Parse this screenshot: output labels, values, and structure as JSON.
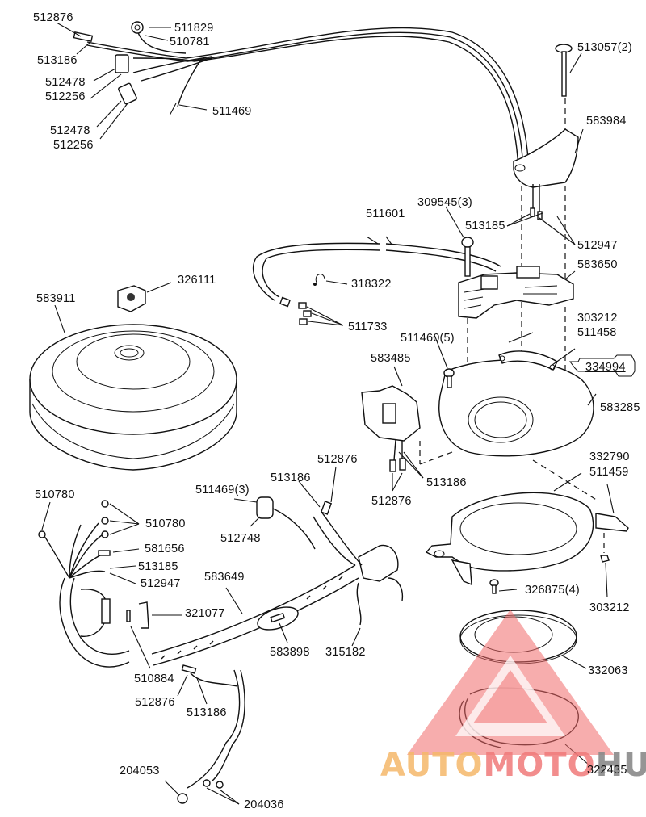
{
  "diagram": {
    "type": "exploded-parts-diagram",
    "subject": "outboard ignition / stator / flywheel assembly",
    "callouts": [
      {
        "id": "c1",
        "label": "512876"
      },
      {
        "id": "c2",
        "label": "511829"
      },
      {
        "id": "c3",
        "label": "510781"
      },
      {
        "id": "c4",
        "label": "513186"
      },
      {
        "id": "c5",
        "label": "512478"
      },
      {
        "id": "c6",
        "label": "512256"
      },
      {
        "id": "c7",
        "label": "512478"
      },
      {
        "id": "c8",
        "label": "512256"
      },
      {
        "id": "c9",
        "label": "511469"
      },
      {
        "id": "c10",
        "label": "513057(2)"
      },
      {
        "id": "c11",
        "label": "583984"
      },
      {
        "id": "c12",
        "label": "309545(3)"
      },
      {
        "id": "c13",
        "label": "511601"
      },
      {
        "id": "c14",
        "label": "513185"
      },
      {
        "id": "c15",
        "label": "512947"
      },
      {
        "id": "c16",
        "label": "583650"
      },
      {
        "id": "c17",
        "label": "326111"
      },
      {
        "id": "c18",
        "label": "318322"
      },
      {
        "id": "c19",
        "label": "583911"
      },
      {
        "id": "c20",
        "label": "511733"
      },
      {
        "id": "c21",
        "label": "303212"
      },
      {
        "id": "c22",
        "label": "511458"
      },
      {
        "id": "c23",
        "label": "511460(5)"
      },
      {
        "id": "c24",
        "label": "334994"
      },
      {
        "id": "c25",
        "label": "583485"
      },
      {
        "id": "c26",
        "label": "583285"
      },
      {
        "id": "c27",
        "label": "512876"
      },
      {
        "id": "c28",
        "label": "513186"
      },
      {
        "id": "c29",
        "label": "512876"
      },
      {
        "id": "c30",
        "label": "513186"
      },
      {
        "id": "c31",
        "label": "332790"
      },
      {
        "id": "c32",
        "label": "511459"
      },
      {
        "id": "c33",
        "label": "510780"
      },
      {
        "id": "c34",
        "label": "510780"
      },
      {
        "id": "c35",
        "label": "511469(3)"
      },
      {
        "id": "c36",
        "label": "512748"
      },
      {
        "id": "c37",
        "label": "581656"
      },
      {
        "id": "c38",
        "label": "513185"
      },
      {
        "id": "c39",
        "label": "512947"
      },
      {
        "id": "c40",
        "label": "583649"
      },
      {
        "id": "c41",
        "label": "321077"
      },
      {
        "id": "c42",
        "label": "583898"
      },
      {
        "id": "c43",
        "label": "315182"
      },
      {
        "id": "c44",
        "label": "326875(4)"
      },
      {
        "id": "c45",
        "label": "303212"
      },
      {
        "id": "c46",
        "label": "510884"
      },
      {
        "id": "c47",
        "label": "332063"
      },
      {
        "id": "c48",
        "label": "512876"
      },
      {
        "id": "c49",
        "label": "513186"
      },
      {
        "id": "c50",
        "label": "204053"
      },
      {
        "id": "c51",
        "label": "204036"
      },
      {
        "id": "c52",
        "label": "322435"
      }
    ]
  },
  "watermark": {
    "parts": [
      {
        "text": "AUTO",
        "color": "#f5b86a"
      },
      {
        "text": "MOTO",
        "color": "#f07a7a"
      },
      {
        "text": "HUB",
        "color": "#8a8a8a"
      }
    ],
    "logo_color": "#f06a6a"
  }
}
